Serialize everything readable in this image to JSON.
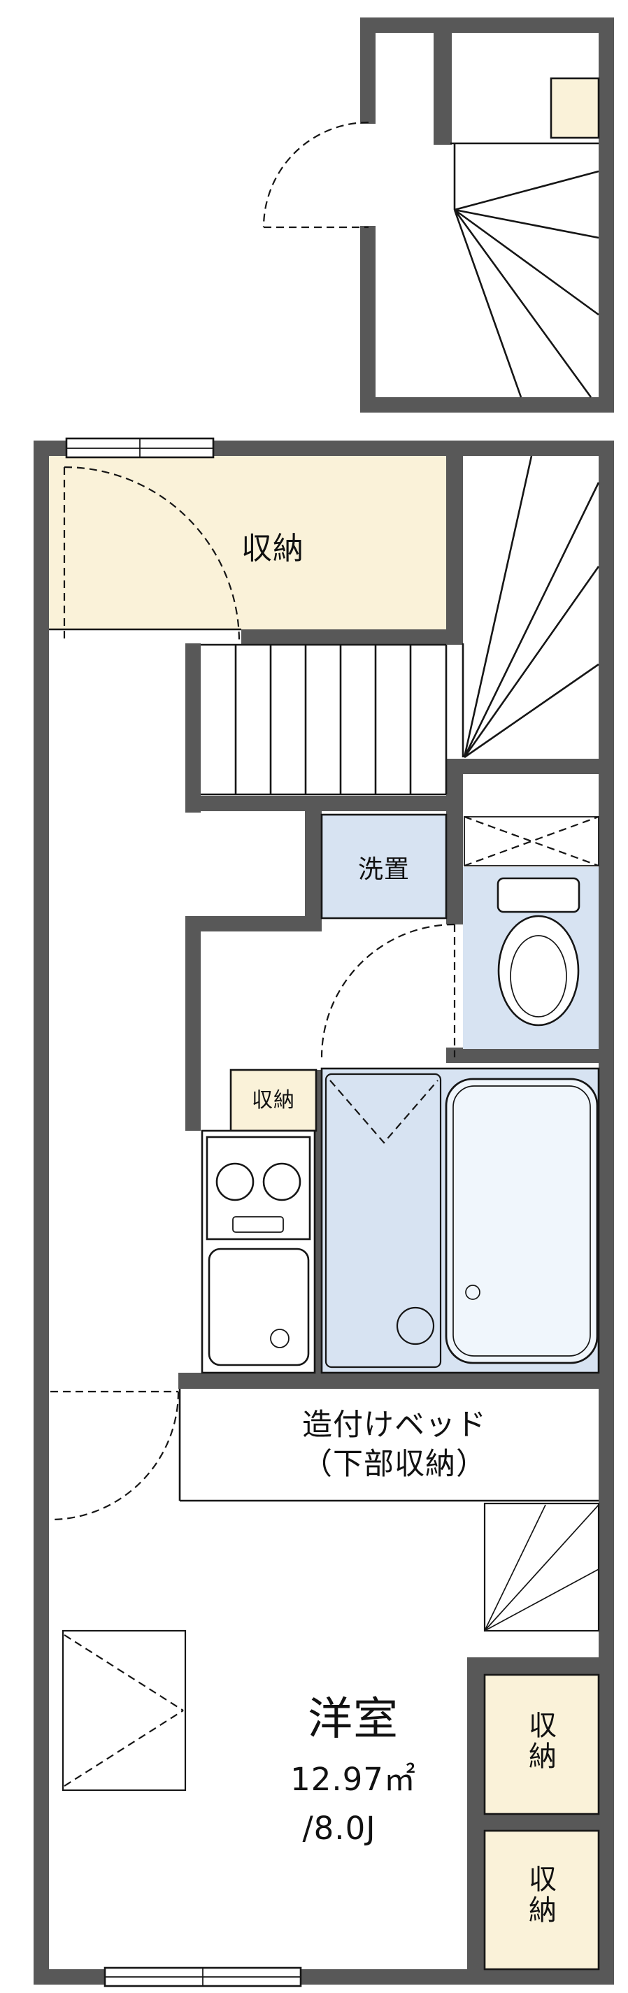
{
  "colors": {
    "wall": "#585858",
    "storage_fill": "#faf2d9",
    "wet_fill": "#d7e3f2"
  },
  "labels": {
    "storage_top": "収納",
    "washer": "洗置",
    "storage_small": "収納",
    "bed_line1": "造付けベッド",
    "bed_line2": "（下部収納）",
    "room_name": "洋室",
    "room_area_m2": "12.97㎡",
    "room_area_jo": "/8.0J",
    "storage_right_upper": "収納",
    "storage_right_lower": "収納"
  }
}
